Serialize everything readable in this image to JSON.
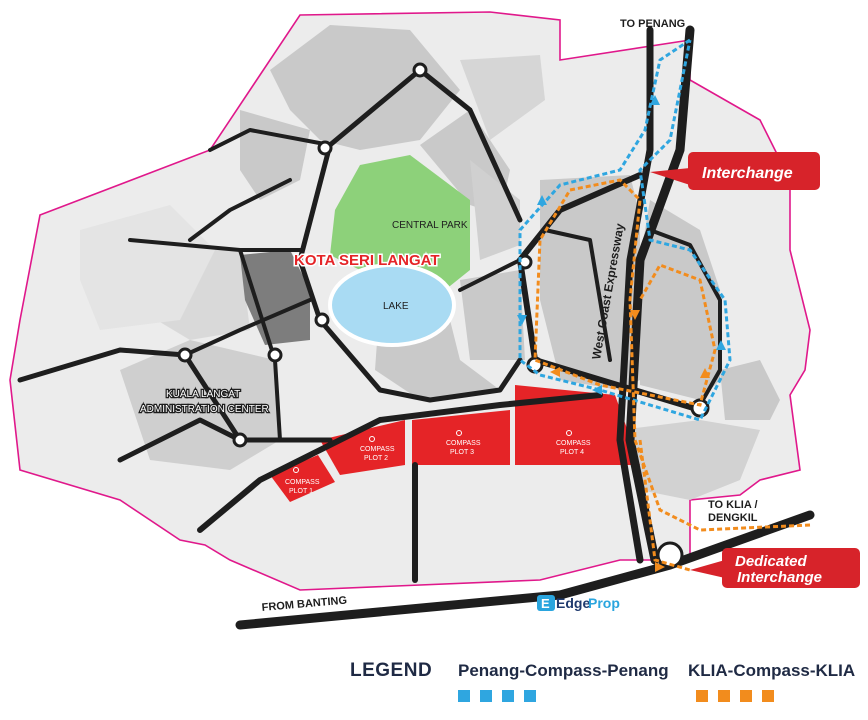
{
  "labels": {
    "to_penang": "TO PENANG",
    "interchange": "Interchange",
    "dedicated_interchange": "Dedicated Interchange",
    "to_klia_line1": "TO KLIA /",
    "to_klia_line2": "DENGKIL",
    "from_banting": "FROM BANTING",
    "central_park": "CENTRAL PARK",
    "kota_seri_langat": "KOTA SERI LANGAT",
    "lake": "LAKE",
    "admin_line1": "KUALA LANGAT",
    "admin_line2": "ADMINISTRATION CENTER",
    "expressway": "West Coast Expressway",
    "plot1_line1": "COMPASS",
    "plot1_line2": "PLOT 1",
    "plot2_line1": "COMPASS",
    "plot2_line2": "PLOT 2",
    "plot3_line1": "COMPASS",
    "plot3_line2": "PLOT 3",
    "plot4_line1": "COMPASS",
    "plot4_line2": "PLOT 4",
    "watermark_edge": "Edge",
    "watermark_prop": "Prop"
  },
  "legend": {
    "title": "LEGEND",
    "penang": "Penang-Compass-Penang",
    "klia": "KLIA-Compass-KLIA"
  },
  "colors": {
    "blue_route": "#2fa6e0",
    "orange_route": "#f28c1d",
    "red_plot": "#e52427",
    "callout_red": "#d7232a",
    "boundary": "#e0188b",
    "road": "#1e1e1e",
    "park": "#8dd17a",
    "lake": "#a9dbf3",
    "block": "#c9c9c9",
    "dark_block": "#7d7d7d"
  }
}
